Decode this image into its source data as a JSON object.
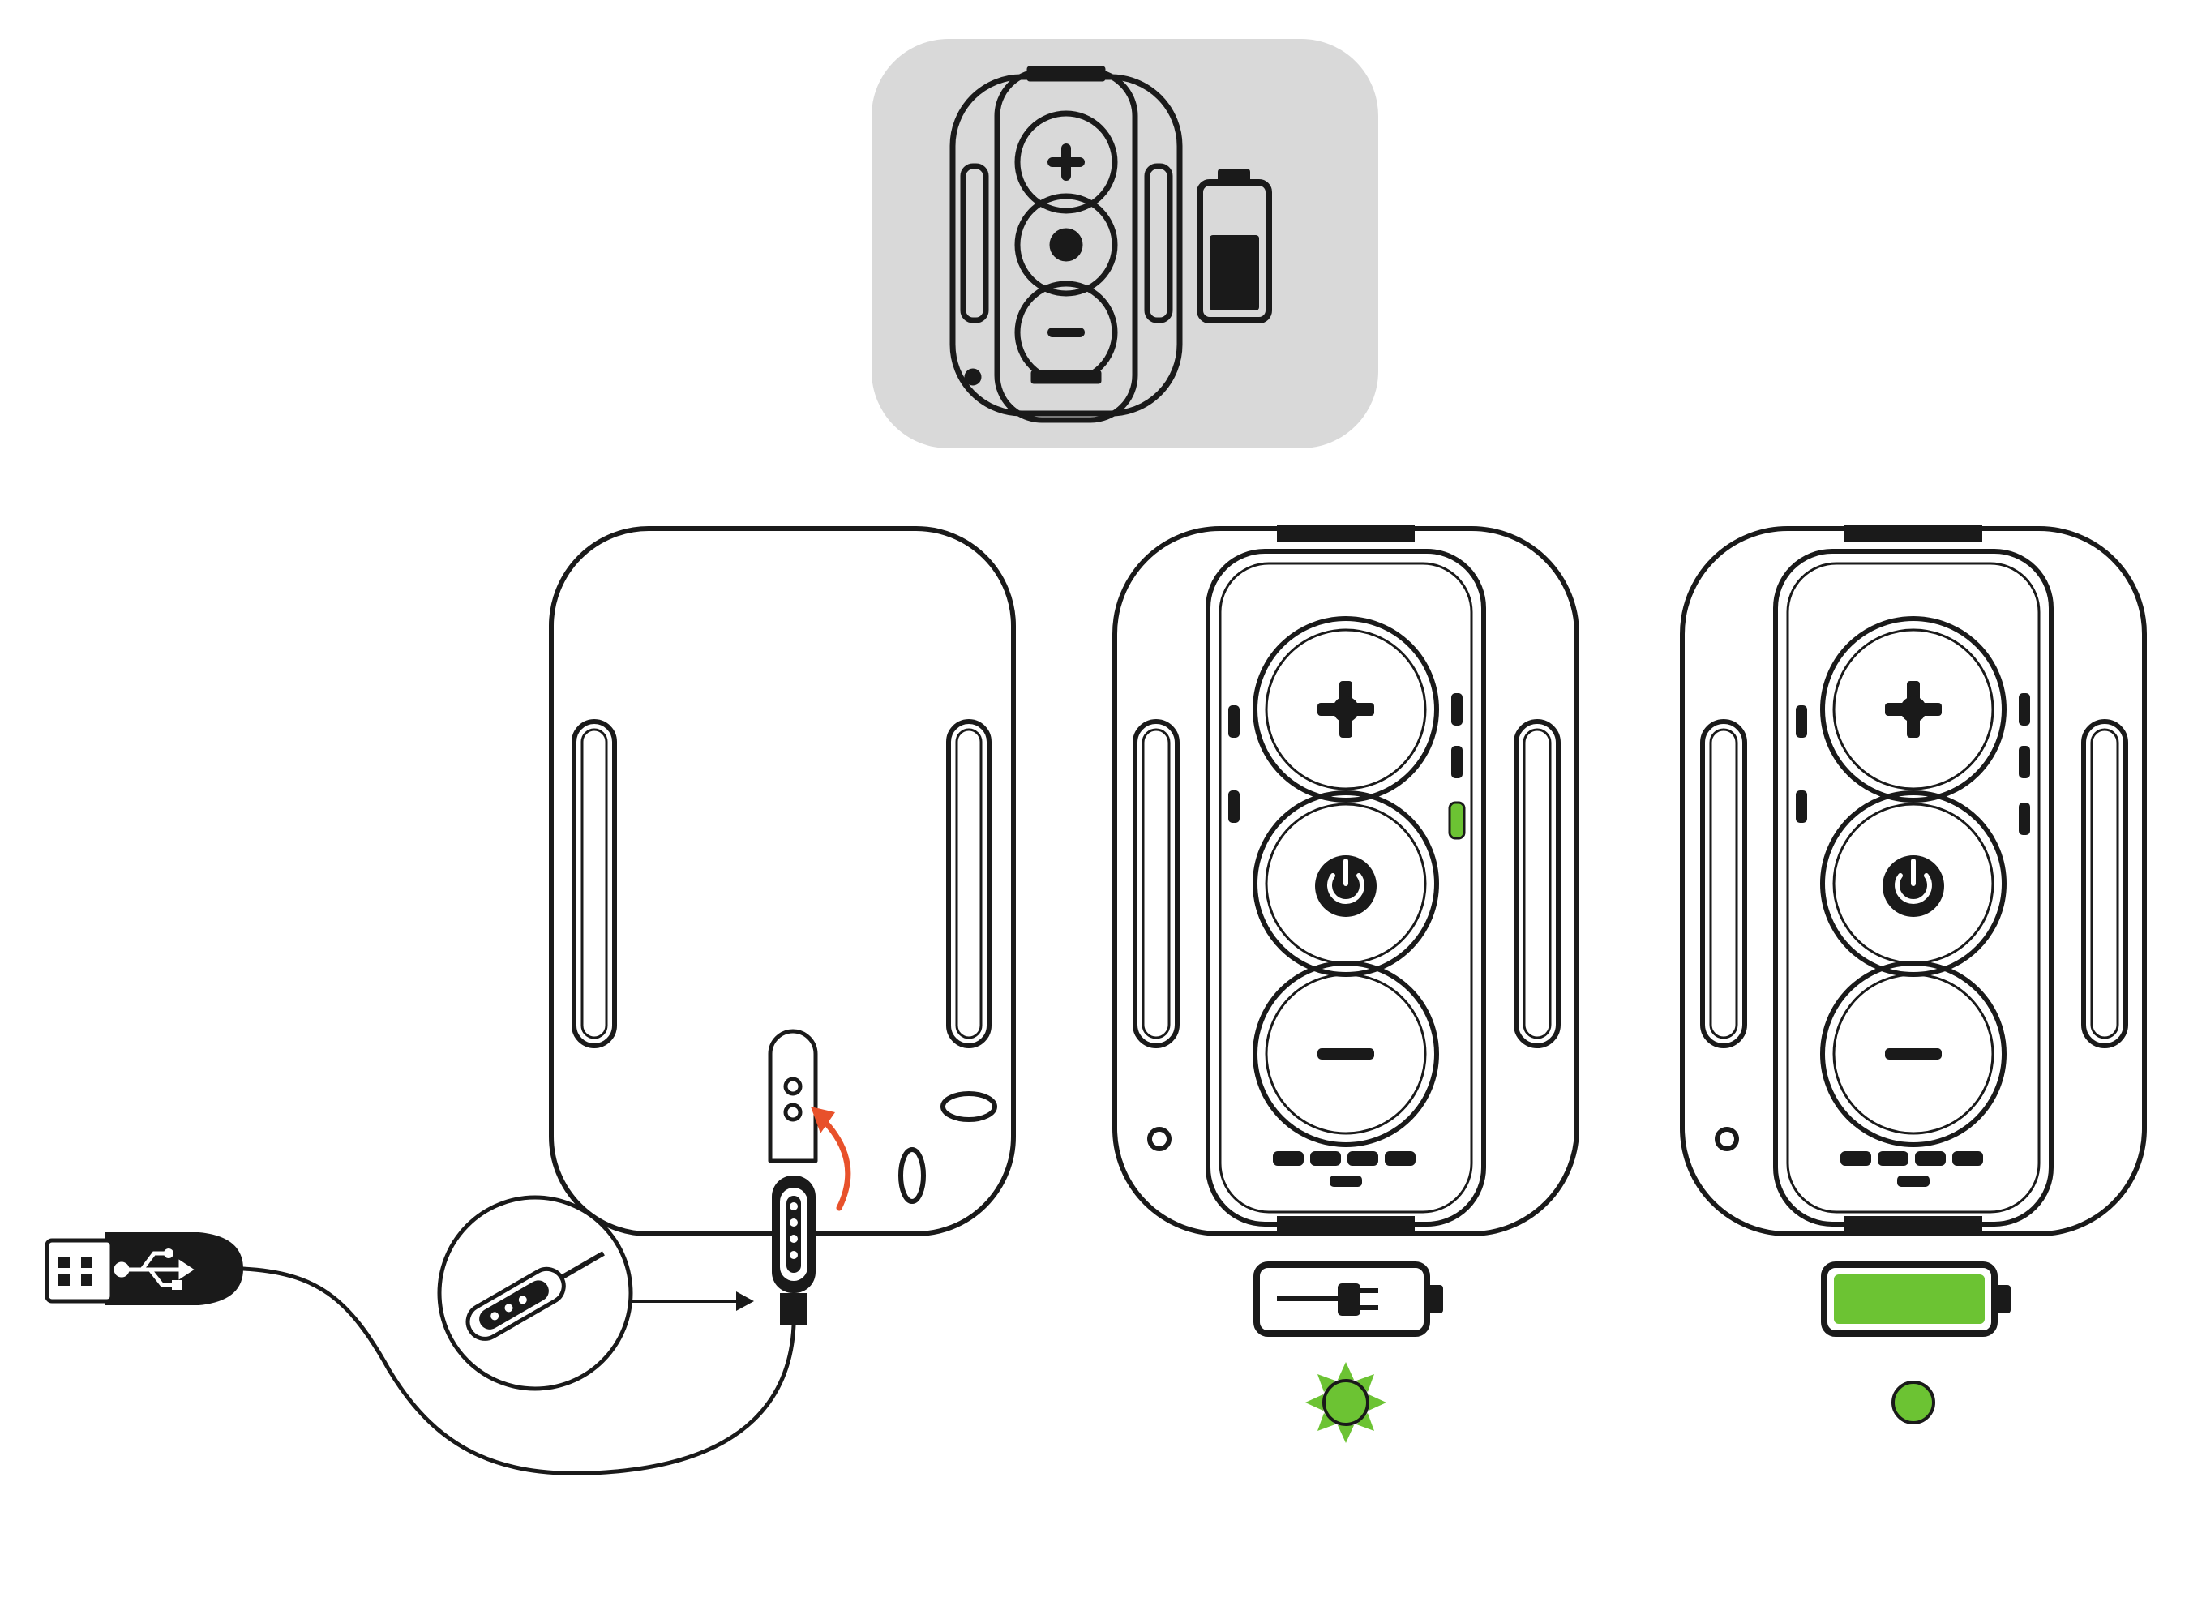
{
  "colors": {
    "ink": "#1a1a1a",
    "panel_gray": "#d9d9d9",
    "charging_green": "#6cc333",
    "arrow_red": "#e8512b",
    "background": "#ffffff"
  },
  "figures": [
    {
      "id": "battery-icon-panel",
      "icon": "battery-icon",
      "description_hidden": true
    },
    {
      "id": "speaker-back",
      "icon": "speaker-back-icon"
    },
    {
      "id": "speaker-charging",
      "icon": "speaker-front-icon",
      "indicator": "charging-plug-battery-icon",
      "led": "blinking-green-led-icon"
    },
    {
      "id": "speaker-charged",
      "icon": "speaker-front-icon",
      "indicator": "full-battery-icon",
      "led": "solid-green-led-icon",
      "battery_level": 1.0
    }
  ]
}
